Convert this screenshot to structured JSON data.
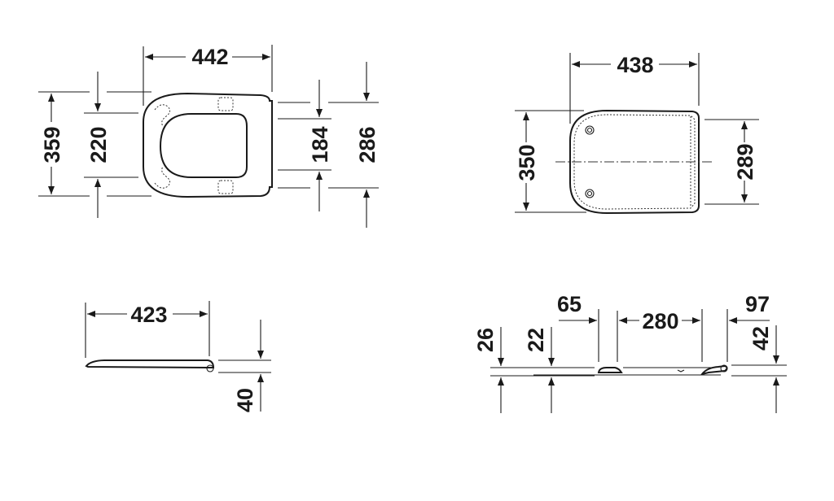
{
  "drawing": {
    "top_view_open": {
      "overall_length": "442",
      "overall_width": "359",
      "opening_width": "220",
      "hinge_inner": "184",
      "hinge_outer": "286"
    },
    "top_view_closed": {
      "lid_length": "438",
      "lid_width": "350",
      "hinge_width": "289"
    },
    "side_view_closed": {
      "length": "423",
      "height": "40"
    },
    "side_view_detail": {
      "front_offset": "65",
      "buffer_spacing": "280",
      "hinge_offset": "97",
      "front_height": "26",
      "lid_thickness": "22",
      "hinge_height": "42"
    }
  }
}
